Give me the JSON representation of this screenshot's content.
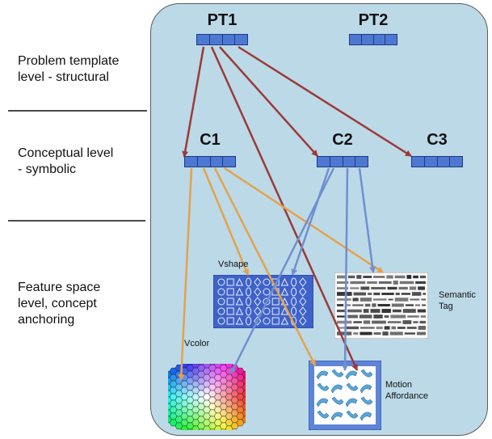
{
  "levels": [
    {
      "id": "structural",
      "label": "Problem template\nlevel - structural"
    },
    {
      "id": "symbolic",
      "label": "Conceptual level\n- symbolic"
    },
    {
      "id": "feature",
      "label": "Feature space\nlevel, concept\nanchoring"
    }
  ],
  "nodes": {
    "pt1": "PT1",
    "pt2": "PT2",
    "c1": "C1",
    "c2": "C2",
    "c3": "C3"
  },
  "features": {
    "vshape": "Vshape",
    "vcolor": "Vcolor",
    "semantic_tag": "Semantic\nTag",
    "motion_affordance": "Motion\nAffordance"
  },
  "colors": {
    "panel": "#bcd9e8",
    "slot": "#4d78d2",
    "structural_arrow": "#9b3a37",
    "c1_arrow": "#e4a24a",
    "c2_arrow": "#6f8fd0"
  }
}
